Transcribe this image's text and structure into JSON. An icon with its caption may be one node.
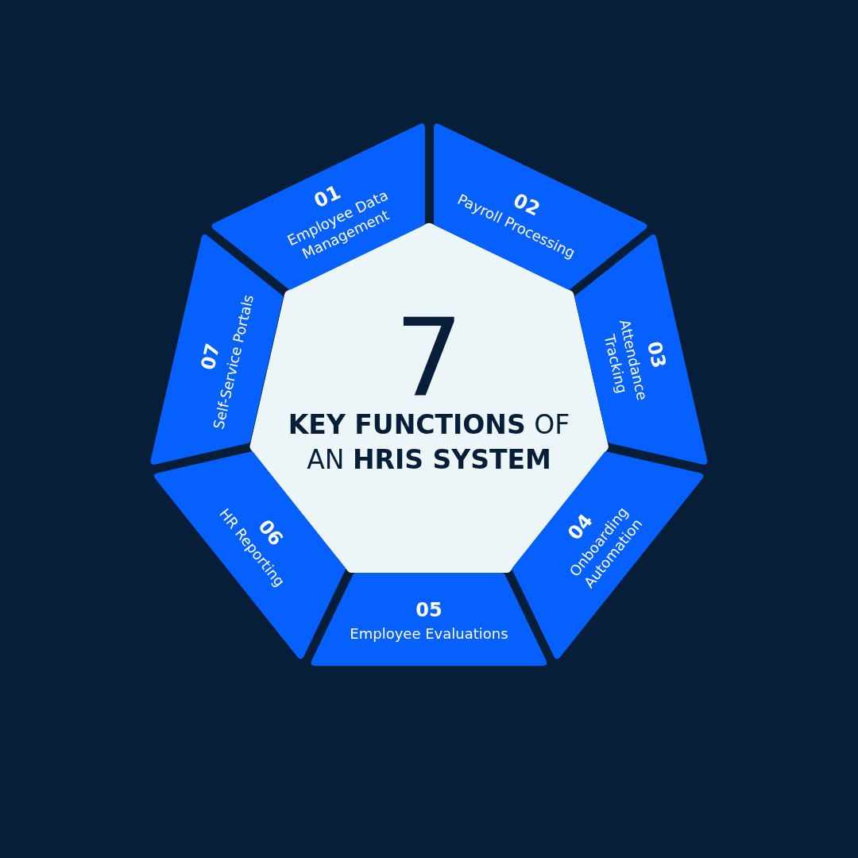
{
  "diagram": {
    "nodes": [
      {
        "text": [
          "7",
          "**KEY FUNCTIONS** OF AN **HRIS SYSTEM**"
        ]
      },
      {
        "text": [
          "01",
          "Employee Data Management"
        ]
      },
      {
        "text": [
          "02",
          "Payroll Processing"
        ]
      },
      {
        "text": [
          "03",
          "Attendance Tracking"
        ]
      },
      {
        "text": [
          "04",
          "Onboarding Automation"
        ]
      },
      {
        "text": [
          "05",
          "Employee Evaluations"
        ]
      },
      {
        "text": [
          "06",
          "HR Reporting"
        ]
      },
      {
        "text": [
          "07",
          "Self-Service Portals"
        ]
      }
    ]
  }
}
